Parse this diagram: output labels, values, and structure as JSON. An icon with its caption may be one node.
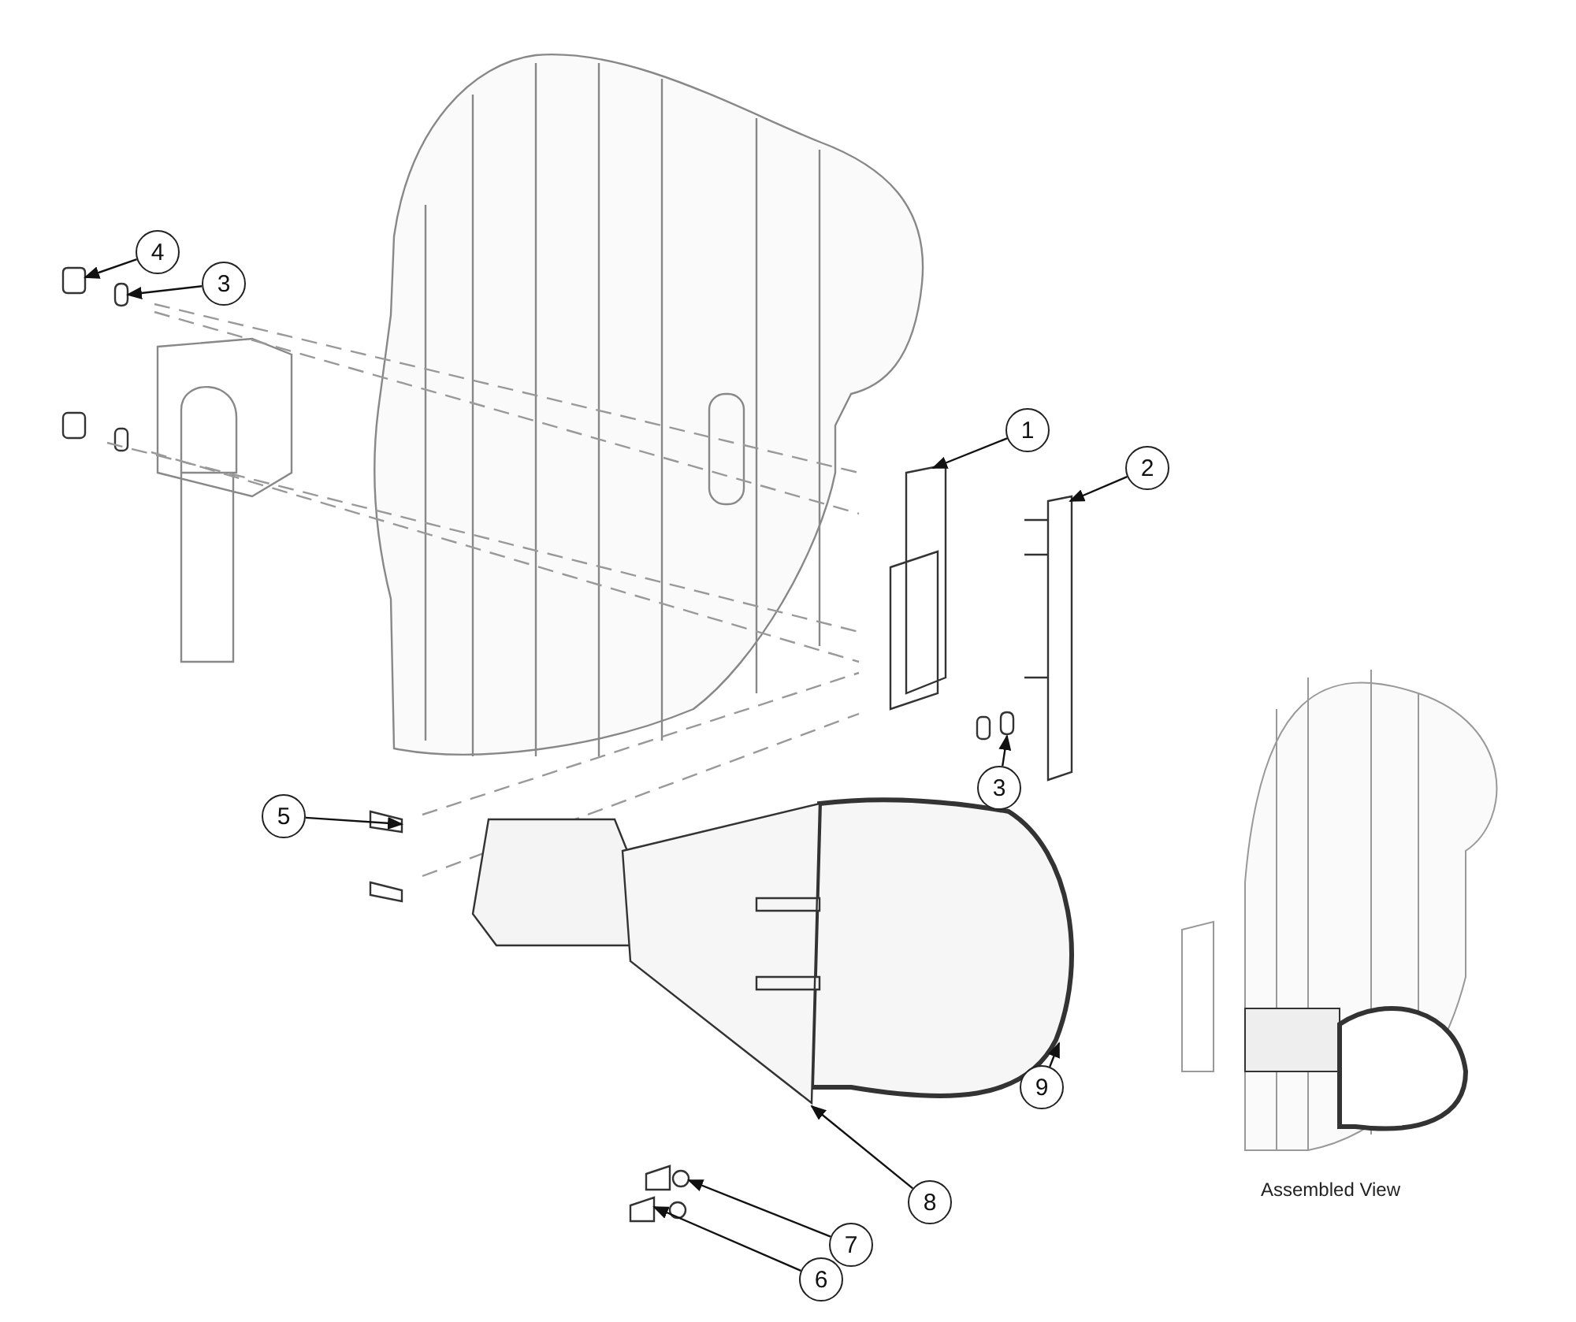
{
  "diagram": {
    "nodes": [
      {
        "text": [
          "4"
        ]
      },
      {
        "text": [
          "3"
        ]
      },
      {
        "text": [
          "1"
        ]
      },
      {
        "text": [
          "2"
        ]
      },
      {
        "text": [
          "3"
        ]
      },
      {
        "text": [
          "5"
        ]
      },
      {
        "text": [
          "9"
        ]
      },
      {
        "text": [
          "8"
        ]
      },
      {
        "text": [
          "7"
        ]
      },
      {
        "text": [
          "6"
        ]
      },
      {
        "text": [],
        "shape": "box"
      },
      {
        "text": [],
        "shape": "box"
      },
      {
        "text": [],
        "shape": "box"
      },
      {
        "text": [],
        "shape": "bar"
      },
      {
        "text": [],
        "shape": "box"
      },
      {
        "text": [],
        "shape": "box"
      },
      {
        "text": [],
        "shape": "picture"
      },
      {
        "text": [],
        "shape": "picture"
      },
      {
        "text": [],
        "shape": "circle"
      },
      {
        "text": [],
        "shape": "box"
      }
    ],
    "edges": [
      {
        "from": 0,
        "to": 10,
        "arrow": "to"
      },
      {
        "from": 1,
        "to": 11,
        "arrow": "to"
      },
      {
        "from": 2,
        "to": 12,
        "arrow": "to"
      },
      {
        "from": 3,
        "to": 13,
        "arrow": "to"
      },
      {
        "from": 4,
        "to": 14,
        "arrow": "to"
      },
      {
        "from": 5,
        "to": 15,
        "arrow": "to"
      },
      {
        "from": 6,
        "to": 16,
        "arrow": "to"
      },
      {
        "from": 7,
        "to": 17,
        "arrow": "to"
      },
      {
        "from": 8,
        "to": 18,
        "arrow": "to"
      },
      {
        "from": 9,
        "to": 19,
        "arrow": "to"
      }
    ],
    "labels": [
      "Assembled View"
    ]
  }
}
